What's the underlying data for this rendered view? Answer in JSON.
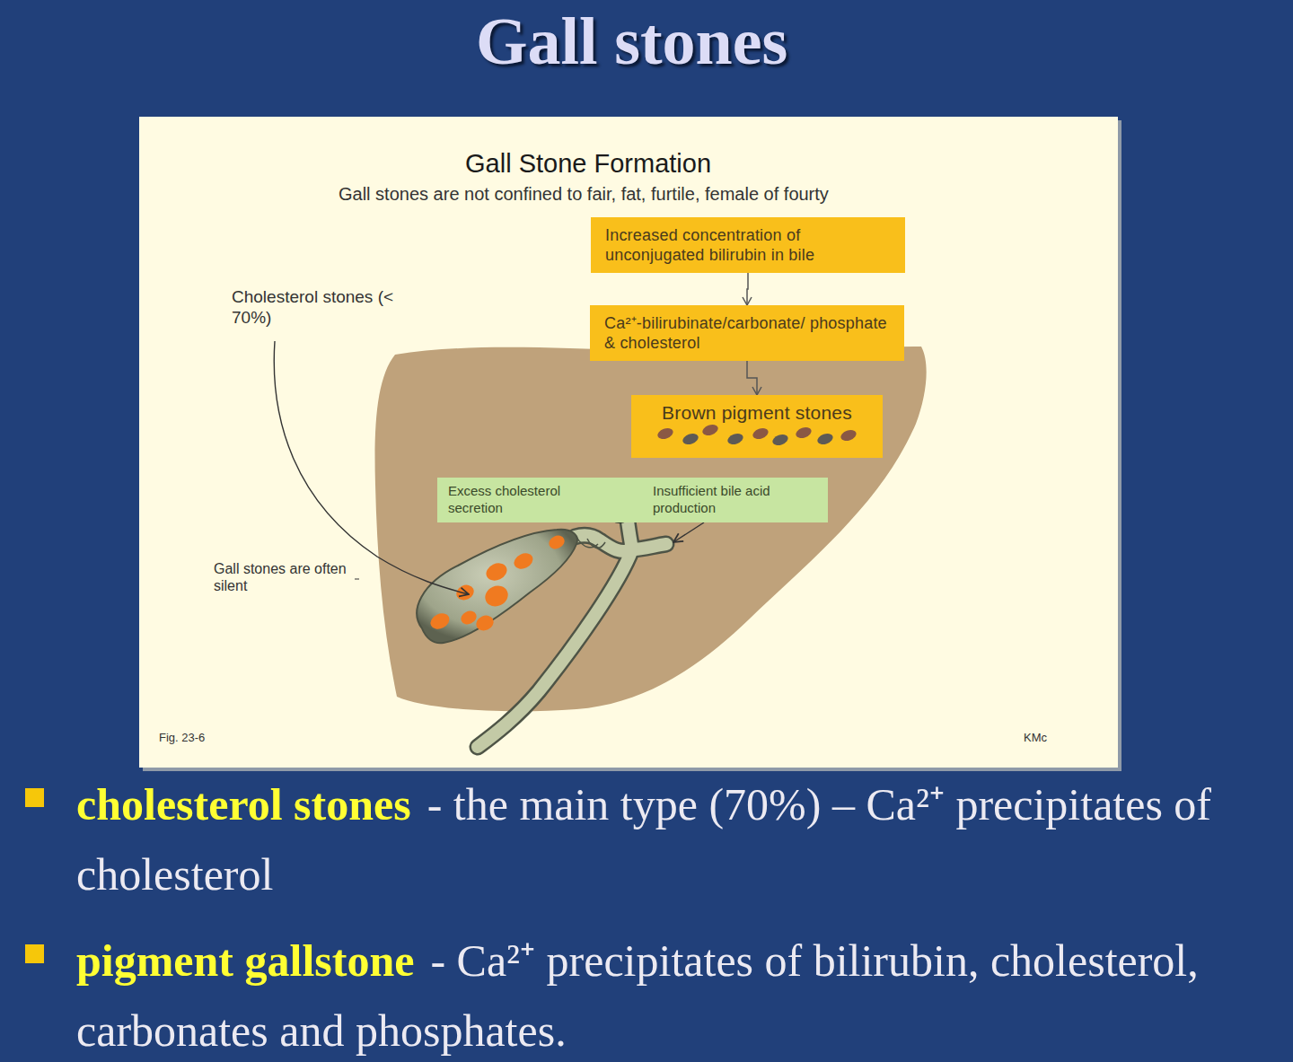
{
  "diagram": {
    "title": "Gall stones",
    "nodes": [
      {
        "text": [
          "Gall Stone Formation",
          "Gall stones are not confined to fair, fat, furtile, female of fourty"
        ]
      },
      {
        "text": [
          "Increased concentration of unconjugated bilirubin in bile"
        ],
        "in": 0
      },
      {
        "text": [
          "Ca²⁺-bilirubinate/carbonate/ phosphate & cholesterol"
        ],
        "in": 0
      },
      {
        "text": [
          "Brown pigment stones"
        ],
        "in": 0
      },
      {
        "text": [
          "Excess cholesterol secretion",
          "Insufficient bile acid production"
        ],
        "in": 0
      }
    ],
    "edges": [
      {
        "from": 1,
        "to": 2,
        "arrow": "to"
      },
      {
        "from": 2,
        "to": 3,
        "arrow": "to"
      }
    ],
    "labels": [
      "Cholesterol stones (< 70%)",
      "Gall stones are often silent",
      "Fig. 23-6",
      "KMc",
      "cholesterol stones",
      "- the main type (70%) – Ca²⁺ precipitates of cholesterol",
      "pigment gallstone",
      "- Ca²⁺ precipitates of bilirubin, cholesterol, carbonates and phosphates."
    ]
  }
}
